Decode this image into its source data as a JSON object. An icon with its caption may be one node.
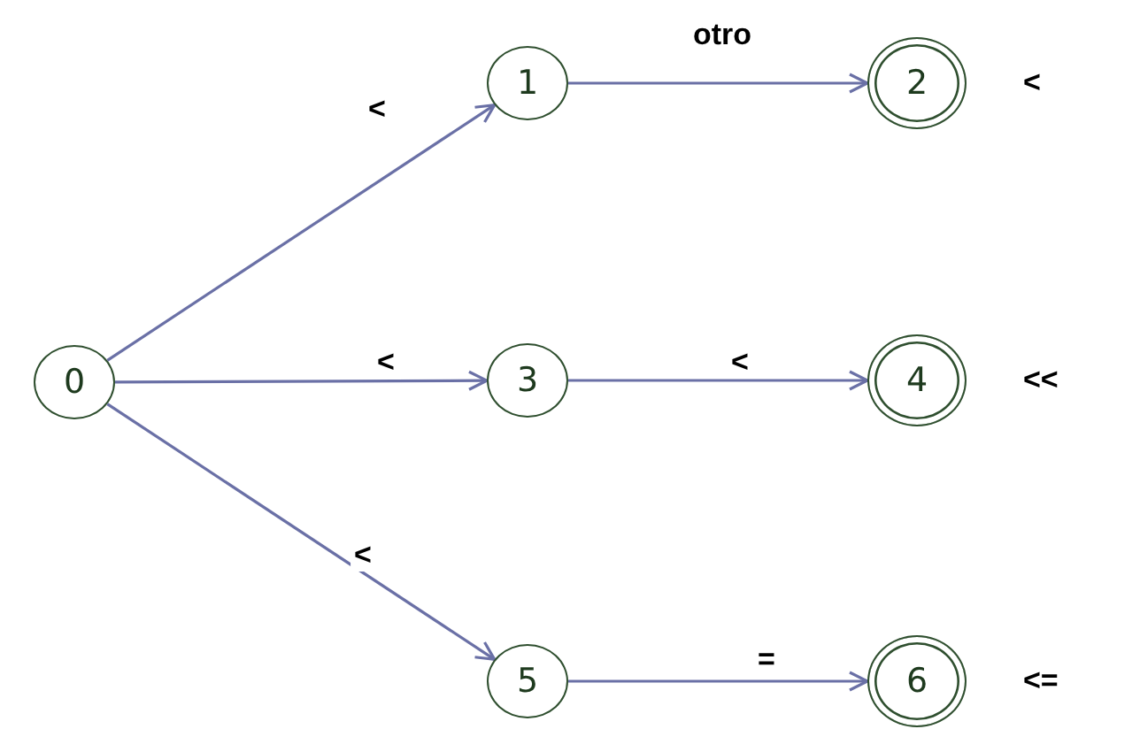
{
  "diagram": {
    "nodes": [
      {
        "text": [
          "0"
        ]
      },
      {
        "text": [
          "1"
        ]
      },
      {
        "text": [
          "2"
        ],
        "beside": [
          "<"
        ]
      },
      {
        "text": [
          "3"
        ]
      },
      {
        "text": [
          "4"
        ],
        "beside": [
          "<<"
        ]
      },
      {
        "text": [
          "5"
        ]
      },
      {
        "text": [
          "6"
        ],
        "beside": [
          "<="
        ]
      }
    ],
    "edges": [
      {
        "from": 0,
        "to": 1,
        "arrow": "to",
        "label": "<"
      },
      {
        "from": 1,
        "to": 2,
        "arrow": "to",
        "label": "otro"
      },
      {
        "from": 0,
        "to": 3,
        "arrow": "to",
        "label": "<"
      },
      {
        "from": 3,
        "to": 4,
        "arrow": "to",
        "label": "<"
      },
      {
        "from": 0,
        "to": 5,
        "arrow": "to",
        "label": "<"
      },
      {
        "from": 5,
        "to": 6,
        "arrow": "to",
        "label": "="
      }
    ]
  }
}
